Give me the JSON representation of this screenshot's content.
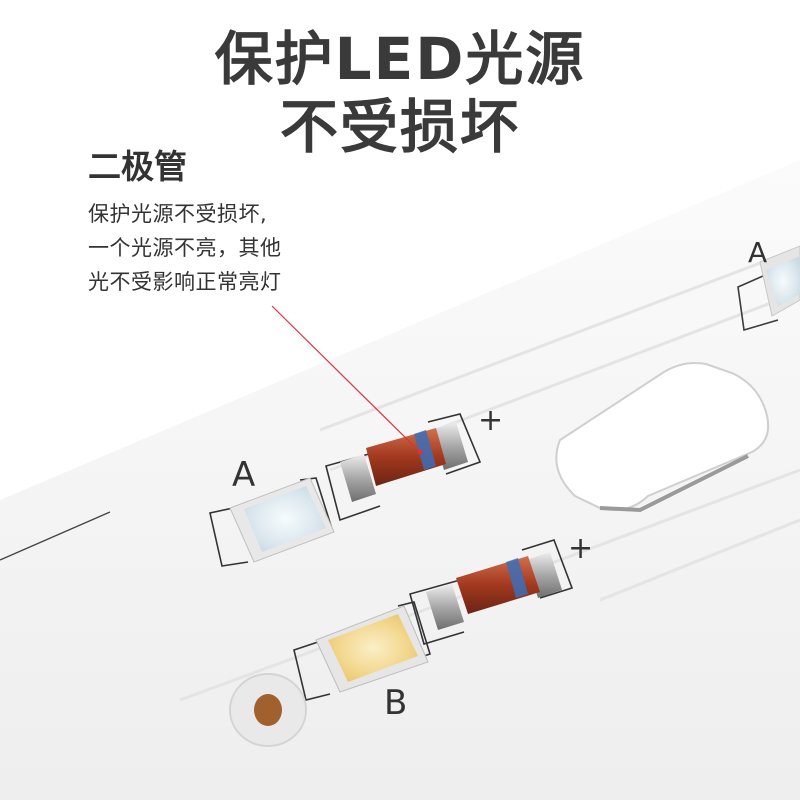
{
  "headline": {
    "line1": "保护LED光源",
    "line2": "不受损坏"
  },
  "callout": {
    "heading": "二极管",
    "lines": [
      "保护光源不受损坏,",
      "一个光源不亮，其他",
      "光不受影响正常亮灯"
    ]
  },
  "board_marks": {
    "label_a": "A",
    "label_b": "B",
    "plus": "+"
  },
  "colors": {
    "title": "#3a3a3a",
    "callout_text": "#333333",
    "pointer_line": "#e0303a",
    "board": "#f7f7f7",
    "led_cool": "#dfe9ee",
    "led_warm": "#f3d890"
  }
}
